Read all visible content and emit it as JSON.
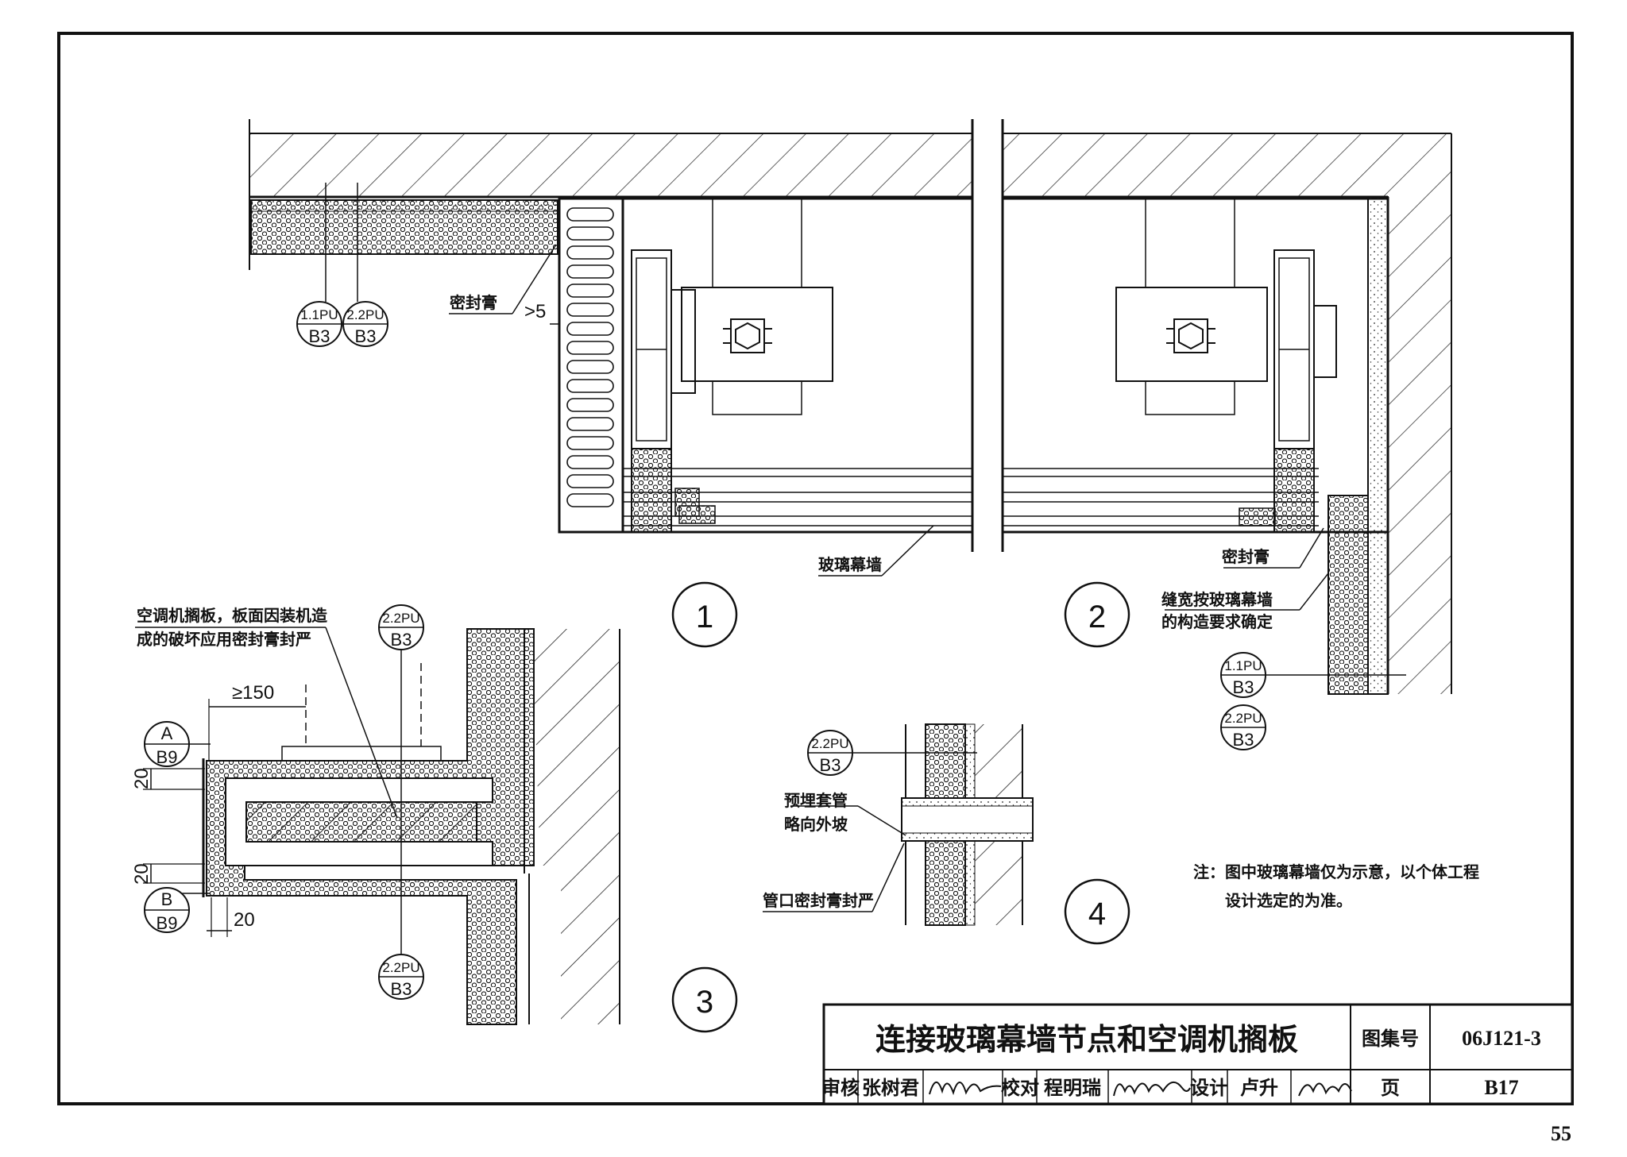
{
  "detail_numbers": [
    "1",
    "2",
    "3",
    "4"
  ],
  "annotations": {
    "sealant_1": "密封膏",
    "gap_1": ">5",
    "glass_curtain_wall": "玻璃幕墙",
    "sealant_2": "密封膏",
    "gap_note_l1": "缝宽按玻璃幕墙",
    "gap_note_l2": "的构造要求确定",
    "ac_shelf_l1": "空调机搁板，板面因装机造",
    "ac_shelf_l2": "成的破坏应用密封膏封严",
    "dim_150": "≥150",
    "dim_20_top": "20",
    "dim_20_bottom": "20",
    "dim_20_right": "20",
    "sleeve_l1": "预埋套管",
    "sleeve_l2": "略向外坡",
    "pipe_seal": "管口密封膏封严",
    "note_l1": "注：图中玻璃幕墙仅为示意，以个体工程",
    "note_l2": "设计选定的为准。"
  },
  "refs": {
    "r11pu_top": "1.1PU",
    "r11pu_bot": "B3",
    "r22pu_top": "2.2PU",
    "r22pu_bot": "B3",
    "rA_top": "A",
    "rA_bot": "B9",
    "rB_top": "B",
    "rB_bot": "B9"
  },
  "title_block": {
    "title": "连接玻璃幕墙节点和空调机搁板",
    "atlas_label": "图集号",
    "atlas_no": "06J121-3",
    "page_label": "页",
    "page_no": "B17",
    "review_label": "审核",
    "reviewer": "张树君",
    "check_label": "校对",
    "checker": "程明瑞",
    "design_label": "设计",
    "designer": "卢升"
  },
  "sheet_page": "55"
}
